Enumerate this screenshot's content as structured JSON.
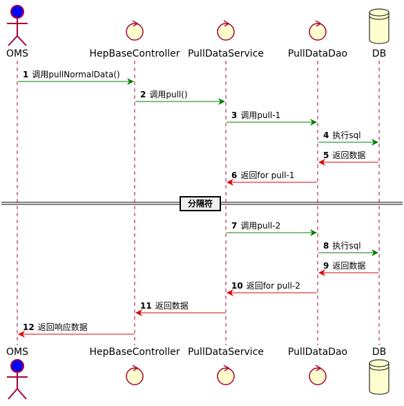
{
  "participants": [
    {
      "id": "oms",
      "name": "OMS",
      "kind": "actor"
    },
    {
      "id": "ctrl",
      "name": "HepBaseController",
      "kind": "control"
    },
    {
      "id": "svc",
      "name": "PullDataService",
      "kind": "control"
    },
    {
      "id": "dao",
      "name": "PullDataDao",
      "kind": "control"
    },
    {
      "id": "db",
      "name": "DB",
      "kind": "database"
    }
  ],
  "messages": [
    {
      "num": "1",
      "label": "调用pullNormalData()",
      "from": "oms",
      "to": "ctrl",
      "type": "call"
    },
    {
      "num": "2",
      "label": "调用pull()",
      "from": "ctrl",
      "to": "svc",
      "type": "call"
    },
    {
      "num": "3",
      "label": "调用pull-1",
      "from": "svc",
      "to": "dao",
      "type": "call"
    },
    {
      "num": "4",
      "label": "执行sql",
      "from": "dao",
      "to": "db",
      "type": "call"
    },
    {
      "num": "5",
      "label": "返回数据",
      "from": "db",
      "to": "dao",
      "type": "return"
    },
    {
      "num": "6",
      "label": "返回for pull-1",
      "from": "dao",
      "to": "svc",
      "type": "return"
    },
    {
      "num": "7",
      "label": "调用pull-2",
      "from": "svc",
      "to": "dao",
      "type": "call"
    },
    {
      "num": "8",
      "label": "执行sql",
      "from": "dao",
      "to": "db",
      "type": "call"
    },
    {
      "num": "9",
      "label": "返回数据",
      "from": "db",
      "to": "dao",
      "type": "return"
    },
    {
      "num": "10",
      "label": "返回for pull-2",
      "from": "dao",
      "to": "svc",
      "type": "return"
    },
    {
      "num": "11",
      "label": "返回数据",
      "from": "svc",
      "to": "ctrl",
      "type": "return"
    },
    {
      "num": "12",
      "label": "返回响应数据",
      "from": "ctrl",
      "to": "oms",
      "type": "return"
    }
  ],
  "divider": {
    "label": "分隔符"
  },
  "colors": {
    "call": "#008000",
    "return": "#e00000",
    "lifeline": "#a80036",
    "participant_fill": "#fefece",
    "actor_head": "#0000ff"
  }
}
